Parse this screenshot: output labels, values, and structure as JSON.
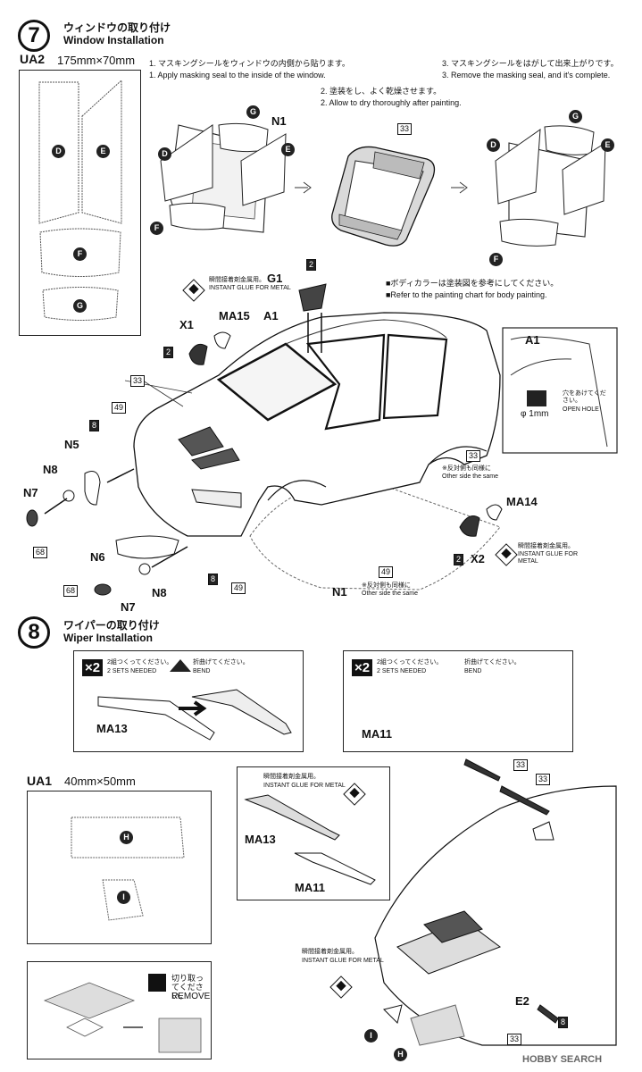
{
  "step7": {
    "number": "7",
    "title_jp": "ウィンドウの取り付け",
    "title_en": "Window Installation",
    "sheet": "UA2",
    "sheet_size": "175mm×70mm",
    "sheet_parts": [
      "D",
      "E",
      "F",
      "G"
    ],
    "instr1_jp": "1. マスキングシールをウィンドウの内側から貼ります。",
    "instr1_en": "1. Apply masking seal to the inside of the window.",
    "instr2_jp": "2. 塗装をし、よく乾燥させます。",
    "instr2_en": "2. Allow to dry thoroughly after painting.",
    "instr3_jp": "3. マスキングシールをはがして出来上がりです。",
    "instr3_en": "3. Remove the masking seal, and it's complete.",
    "body_note_jp": "■ボディカラーは塗装図を参考にしてください。",
    "body_note_en": "■Refer to the painting chart for body painting.",
    "glue_jp": "瞬間接着剤金属用。",
    "glue_en": "INSTANT GLUE FOR METAL",
    "hole_jp": "穴をあけてください。",
    "hole_en": "OPEN HOLE",
    "hole_size": "φ 1mm",
    "other_side_jp": "※反対側も同様に",
    "other_side_en": "Other side the same",
    "parts": [
      "G1",
      "N1",
      "A1",
      "X1",
      "MA15",
      "N5",
      "N8",
      "N7",
      "N6",
      "X2",
      "MA14"
    ],
    "paints": [
      "33",
      "2",
      "49",
      "8",
      "68"
    ]
  },
  "step8": {
    "number": "8",
    "title_jp": "ワイパーの取り付け",
    "title_en": "Wiper Installation",
    "sets_jp": "2組つくってください。",
    "sets_en": "2 SETS NEEDED",
    "bend_jp": "折曲げてください。",
    "bend_en": "BEND",
    "multiplier": "×2",
    "sheet": "UA1",
    "sheet_size": "40mm×50mm",
    "sheet_parts": [
      "H",
      "I"
    ],
    "remove_jp": "切り取ってください。",
    "remove_en": "REMOVE",
    "parts": [
      "MA13",
      "MA11",
      "E2"
    ]
  },
  "watermark": "HOBBY SEARCH"
}
